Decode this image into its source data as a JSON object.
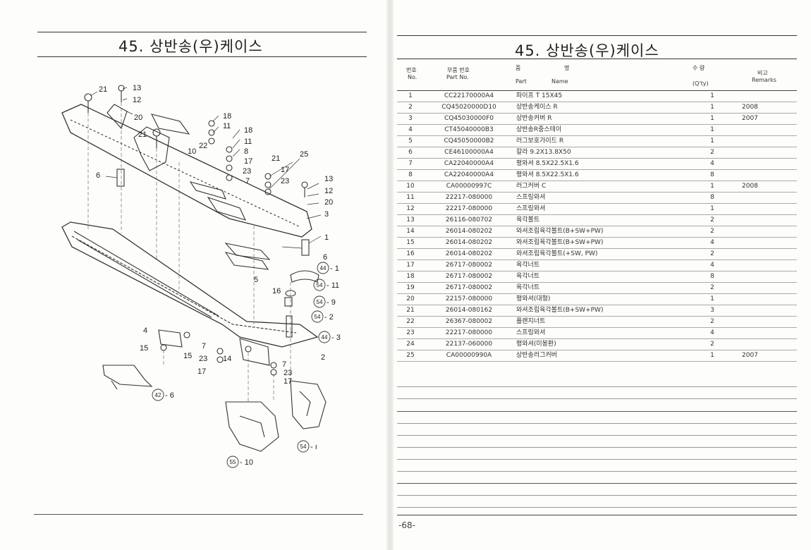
{
  "left": {
    "title": "45. 상반송(우)케이스"
  },
  "right": {
    "title": "45. 상반송(우)케이스",
    "headers": {
      "no_ko": "번호",
      "no_en": "No.",
      "code_ko": "부품 번호",
      "code_en": "Part No.",
      "name_ko_1": "품",
      "name_ko_2": "명",
      "name_en_1": "Part",
      "name_en_2": "Name",
      "qty_ko": "수 량",
      "qty_en": "(Q'ty)",
      "rem_ko": "비고",
      "rem_en": "Remarks"
    },
    "rows": [
      {
        "no": "1",
        "code": "CC22170000A4",
        "name": "파이프 T 15X45",
        "qty": "1",
        "rem": ""
      },
      {
        "no": "2",
        "code": "CQ45020000D10",
        "name": "상반송케이스 R",
        "qty": "1",
        "rem": "2008"
      },
      {
        "no": "3",
        "code": "CQ45030000F0",
        "name": "상반송커버 R",
        "qty": "1",
        "rem": "2007"
      },
      {
        "no": "4",
        "code": "CT45040000B3",
        "name": "상반송R중스테이",
        "qty": "1",
        "rem": ""
      },
      {
        "no": "5",
        "code": "CQ45050000B2",
        "name": "러그보호가이드 R",
        "qty": "1",
        "rem": ""
      },
      {
        "no": "6",
        "code": "CE46100000A4",
        "name": "칼라 9.2X13.8X50",
        "qty": "2",
        "rem": ""
      },
      {
        "no": "7",
        "code": "CA22040000A4",
        "name": "평와셔 8.5X22.5X1.6",
        "qty": "4",
        "rem": ""
      },
      {
        "no": "8",
        "code": "CA22040000A4",
        "name": "평와셔 8.5X22.5X1.6",
        "qty": "8",
        "rem": ""
      },
      {
        "no": "10",
        "code": "CA00000997C",
        "name": "러그커버 C",
        "qty": "1",
        "rem": "2008"
      },
      {
        "no": "11",
        "code": "22217-080000",
        "name": "스프링와셔",
        "qty": "8",
        "rem": ""
      },
      {
        "no": "12",
        "code": "22217-080000",
        "name": "스프링와셔",
        "qty": "1",
        "rem": ""
      },
      {
        "no": "13",
        "code": "26116-080702",
        "name": "육각볼트",
        "qty": "2",
        "rem": ""
      },
      {
        "no": "14",
        "code": "26014-080202",
        "name": "와셔조립육각볼트(B+SW+PW)",
        "qty": "2",
        "rem": ""
      },
      {
        "no": "15",
        "code": "26014-080202",
        "name": "와셔조립육각볼트(B+SW+PW)",
        "qty": "4",
        "rem": ""
      },
      {
        "no": "16",
        "code": "26014-080202",
        "name": "와셔조립육각볼트(+SW, PW)",
        "qty": "2",
        "rem": ""
      },
      {
        "no": "17",
        "code": "26717-080002",
        "name": "육각너트",
        "qty": "4",
        "rem": ""
      },
      {
        "no": "18",
        "code": "26717-080002",
        "name": "육각너트",
        "qty": "8",
        "rem": ""
      },
      {
        "no": "19",
        "code": "26717-080002",
        "name": "육각너트",
        "qty": "2",
        "rem": ""
      },
      {
        "no": "20",
        "code": "22157-080000",
        "name": "평와셔(대형)",
        "qty": "1",
        "rem": ""
      },
      {
        "no": "21",
        "code": "26014-080162",
        "name": "와셔조립육각볼트(B+SW+PW)",
        "qty": "3",
        "rem": ""
      },
      {
        "no": "22",
        "code": "26367-080002",
        "name": "플랜지너트",
        "qty": "2",
        "rem": ""
      },
      {
        "no": "23",
        "code": "22217-080000",
        "name": "스프링와셔",
        "qty": "4",
        "rem": ""
      },
      {
        "no": "24",
        "code": "22137-060000",
        "name": "평와셔(미봉환)",
        "qty": "2",
        "rem": ""
      },
      {
        "no": "25",
        "code": "CA00000990A",
        "name": "상반송러그커버",
        "qty": "1",
        "rem": "2007"
      }
    ]
  },
  "diagram": {
    "labels": [
      "21",
      "13",
      "12",
      "20",
      "18",
      "11",
      "18",
      "21",
      "22",
      "11",
      "10",
      "8",
      "17",
      "21",
      "25",
      "23",
      "17",
      "7",
      "6",
      "23",
      "13",
      "12",
      "20",
      "3",
      "1",
      "6",
      "5",
      "16",
      "4",
      "15",
      "7",
      "15",
      "14",
      "23",
      "17",
      "7",
      "23",
      "17",
      "2"
    ],
    "circled": [
      {
        "c": "44",
        "s": "- 1"
      },
      {
        "c": "54",
        "s": "- 11"
      },
      {
        "c": "54",
        "s": "- 9"
      },
      {
        "c": "54",
        "s": "- 2"
      },
      {
        "c": "44",
        "s": "- 3"
      },
      {
        "c": "42",
        "s": "- 6"
      },
      {
        "c": "54",
        "s": "- ı"
      },
      {
        "c": "55",
        "s": "- 10"
      }
    ]
  },
  "page_number": "-68-"
}
